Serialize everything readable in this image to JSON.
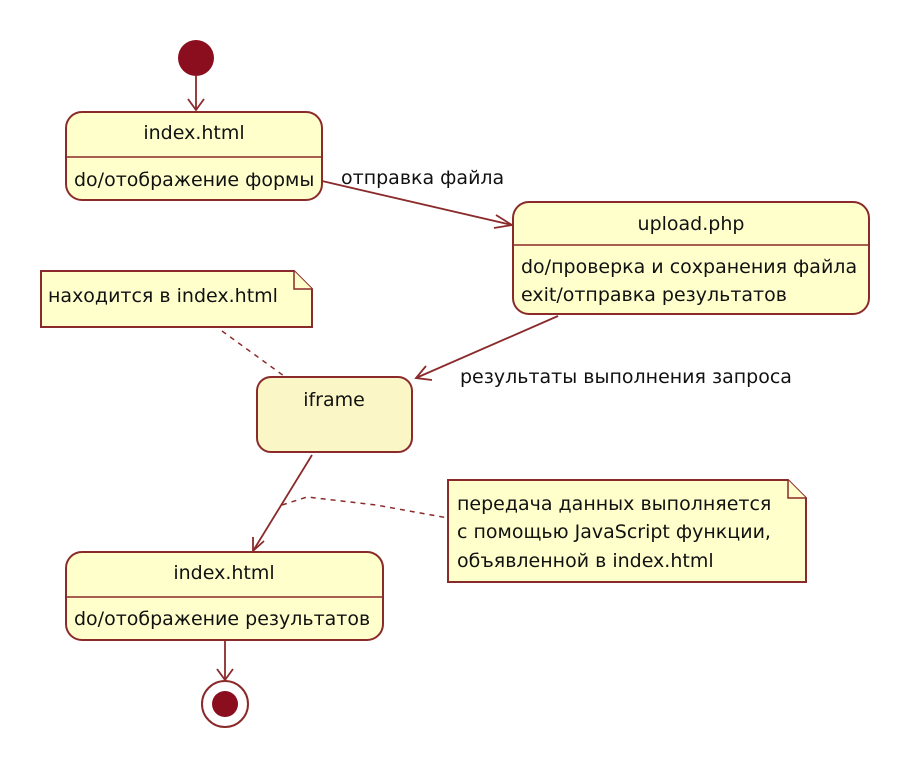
{
  "states": {
    "index_form": {
      "title": "index.html",
      "activity": "do/отображение формы"
    },
    "upload": {
      "title": "upload.php",
      "activity_1": "do/проверка и сохранения файла",
      "activity_2": "exit/отправка результатов"
    },
    "iframe": {
      "title": "iframe"
    },
    "index_results": {
      "title": "index.html",
      "activity": "do/отображение результатов"
    }
  },
  "transitions": {
    "send_file": "отправка файла",
    "query_results": "результаты выполнения запроса"
  },
  "notes": {
    "iframe_location": "находится в index.html",
    "data_transfer": [
      "передача данных выполняется",
      "с помощью JavaScript функции,",
      "объявленной в index.html"
    ]
  },
  "colors": {
    "state_fill": "#ffffcc",
    "border": "#8b2a2a",
    "node_fill": "#8b0e1e"
  }
}
